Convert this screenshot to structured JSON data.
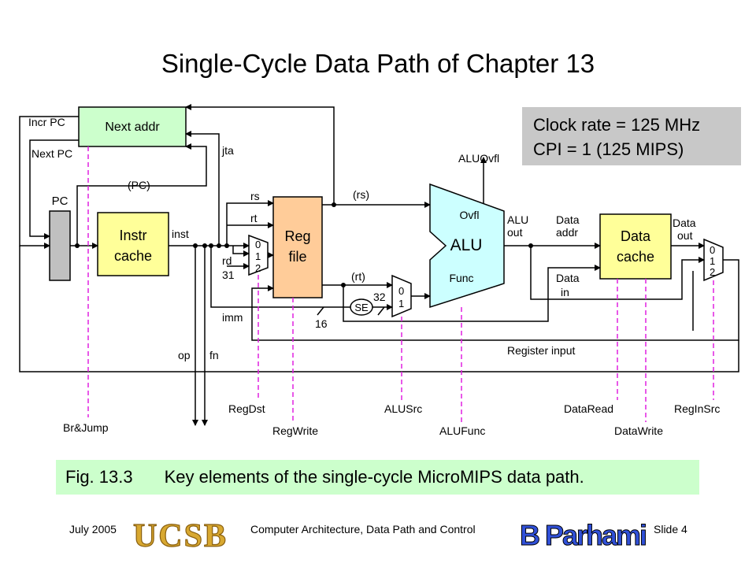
{
  "title": "Single-Cycle Data Path of Chapter 13",
  "clock_box": {
    "line1": "Clock rate = 125 MHz",
    "line2": "CPI = 1  (125 MIPS)"
  },
  "blocks": {
    "next_addr": "Next addr",
    "pc": "PC",
    "instr_cache": [
      "Instr",
      "cache"
    ],
    "reg_file": [
      "Reg",
      "file"
    ],
    "alu": "ALU",
    "alu_ovfl": "Ovfl",
    "alu_func": "Func",
    "data_cache": [
      "Data",
      "cache"
    ],
    "se": "SE"
  },
  "wire_labels": {
    "incr_pc": "Incr PC",
    "next_pc": "Next PC",
    "pc_paren": "(PC)",
    "jta": "jta",
    "inst": "inst",
    "rs": "rs",
    "rt": "rt",
    "rd": "rd",
    "n31": "31",
    "imm": "imm",
    "n16": "16",
    "n32": "32",
    "rs_paren": "(rs)",
    "rt_paren": "(rt)",
    "alu_ovfl_out": "ALUOvfl",
    "alu_out": [
      "ALU",
      "out"
    ],
    "data_addr": [
      "Data",
      "addr"
    ],
    "data_in": [
      "Data",
      "in"
    ],
    "data_out": [
      "Data",
      "out"
    ],
    "register_input": "Register input",
    "op": "op",
    "fn": "fn"
  },
  "muxes": {
    "regdst_mux": [
      "0",
      "1",
      "2"
    ],
    "alusrc_mux": [
      "0",
      "1"
    ],
    "reginsrc_mux": [
      "0",
      "1",
      "2"
    ]
  },
  "control_signals": {
    "br_jump": "Br&Jump",
    "regdst": "RegDst",
    "regwrite": "RegWrite",
    "alusrc": "ALUSrc",
    "alufunc": "ALUFunc",
    "dataread": "DataRead",
    "datawrite": "DataWrite",
    "reginsrc": "RegInSrc"
  },
  "caption": {
    "fig": "Fig. 13.3",
    "text": "Key elements of the single-cycle MicroMIPS data path."
  },
  "footer": {
    "date": "July 2005",
    "course": "Computer Architecture, Data Path and Control",
    "slide": "Slide 4",
    "ucsb_logo": "UCSB",
    "author_logo": "B Parhami"
  },
  "colors": {
    "next_addr_fill": "#ccffcc",
    "cache_fill": "#ffff99",
    "reg_file_fill": "#ffcc99",
    "alu_fill": "#ccffff",
    "pc_fill": "#c0c0c0",
    "control_line": "#e020e0",
    "caption_fill": "#ccffcc",
    "clock_box_fill": "#c8c8c8"
  }
}
